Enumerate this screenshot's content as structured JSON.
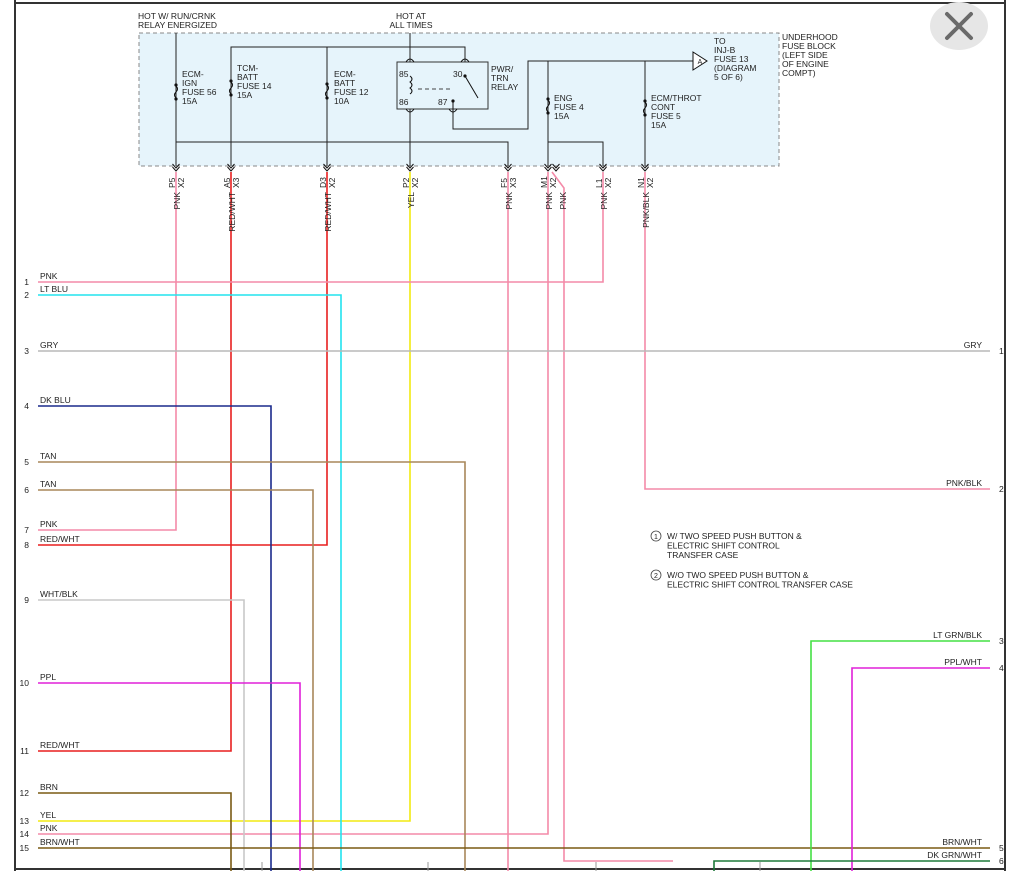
{
  "colors": {
    "PNK": "#f48aa8",
    "LT_BLU": "#22e3ee",
    "GRY": "#b8b8b8",
    "DK_BLU": "#1a2a8c",
    "TAN": "#a8875a",
    "RED": "#e81f1f",
    "WHT_BLK": "#c8c8c8",
    "PPL": "#e020d8",
    "BRN": "#7a5a14",
    "YEL": "#f2ea10",
    "LT_GRN": "#44e044",
    "DK_GRN": "#1e7a3a",
    "fuse_block_fill": "#e6f4fb"
  },
  "header": {
    "hot_run": [
      "HOT W/ RUN/CRNK",
      "RELAY ENERGIZED"
    ],
    "hot_always": [
      "HOT AT",
      "ALL TIMES"
    ]
  },
  "fuse_block_label": [
    "UNDERHOOD",
    "FUSE BLOCK",
    "(LEFT SIDE",
    "OF ENGINE",
    "COMPT)"
  ],
  "inj_ref": {
    "letter": "A",
    "lines": [
      "TO",
      "INJ-B",
      "FUSE 13",
      "(DIAGRAM",
      "5 OF 6)"
    ]
  },
  "fuses": [
    {
      "id": "ecm_ign",
      "lines": [
        "ECM-",
        "IGN",
        "FUSE 56",
        "15A"
      ]
    },
    {
      "id": "tcm_batt",
      "lines": [
        "TCM-",
        "BATT",
        "FUSE 14",
        "15A"
      ]
    },
    {
      "id": "ecm_batt",
      "lines": [
        "ECM-",
        "BATT",
        "FUSE 12",
        "10A"
      ]
    },
    {
      "id": "eng",
      "lines": [
        "ENG",
        "FUSE 4",
        "15A"
      ]
    },
    {
      "id": "ecm_throt",
      "lines": [
        "ECM/THROT",
        "CONT",
        "FUSE 5",
        "15A"
      ]
    }
  ],
  "relay": {
    "label": [
      "PWR/",
      "TRN",
      "RELAY"
    ],
    "pins": [
      "85",
      "30",
      "86",
      "87"
    ]
  },
  "connectors": [
    {
      "pin": "P5",
      "conn": "X2",
      "wire": "PNK"
    },
    {
      "pin": "A5",
      "conn": "X3",
      "wire": "RED/WHT"
    },
    {
      "pin": "D3",
      "conn": "X2",
      "wire": "RED/WHT"
    },
    {
      "pin": "P2",
      "conn": "X2",
      "wire": "YEL"
    },
    {
      "pin": "F5",
      "conn": "X3",
      "wire": "PNK"
    },
    {
      "pin": "M1",
      "conn": "X2",
      "wire": "PNK"
    },
    {
      "pin": "",
      "conn": "",
      "wire": "PNK"
    },
    {
      "pin": "L1",
      "conn": "X2",
      "wire": "PNK"
    },
    {
      "pin": "N1",
      "conn": "X2",
      "wire": "PNK/BLK"
    }
  ],
  "left_wires": [
    {
      "num": "1",
      "label": "PNK"
    },
    {
      "num": "2",
      "label": "LT BLU"
    },
    {
      "num": "3",
      "label": "GRY"
    },
    {
      "num": "4",
      "label": "DK BLU"
    },
    {
      "num": "5",
      "label": "TAN"
    },
    {
      "num": "6",
      "label": "TAN"
    },
    {
      "num": "7",
      "label": "PNK"
    },
    {
      "num": "8",
      "label": "RED/WHT"
    },
    {
      "num": "9",
      "label": "WHT/BLK"
    },
    {
      "num": "10",
      "label": "PPL"
    },
    {
      "num": "11",
      "label": "RED/WHT"
    },
    {
      "num": "12",
      "label": "BRN"
    },
    {
      "num": "13",
      "label": "YEL"
    },
    {
      "num": "14",
      "label": "PNK"
    },
    {
      "num": "15",
      "label": "BRN/WHT"
    }
  ],
  "right_wires": [
    {
      "num": "1",
      "label": "GRY"
    },
    {
      "num": "2",
      "label": "PNK/BLK"
    },
    {
      "num": "3",
      "label": "LT GRN/BLK"
    },
    {
      "num": "4",
      "label": "PPL/WHT"
    },
    {
      "num": "5",
      "label": "BRN/WHT"
    },
    {
      "num": "6",
      "label": "DK GRN/WHT"
    }
  ],
  "notes": [
    {
      "num": "1",
      "lines": [
        "W/ TWO SPEED PUSH BUTTON &",
        "ELECTRIC SHIFT CONTROL",
        "TRANSFER CASE"
      ]
    },
    {
      "num": "2",
      "lines": [
        "W/O TWO SPEED PUSH BUTTON &",
        "ELECTRIC SHIFT CONTROL TRANSFER CASE"
      ]
    }
  ],
  "close_button": {
    "icon": "close-icon",
    "color": "#6a6a6a"
  }
}
